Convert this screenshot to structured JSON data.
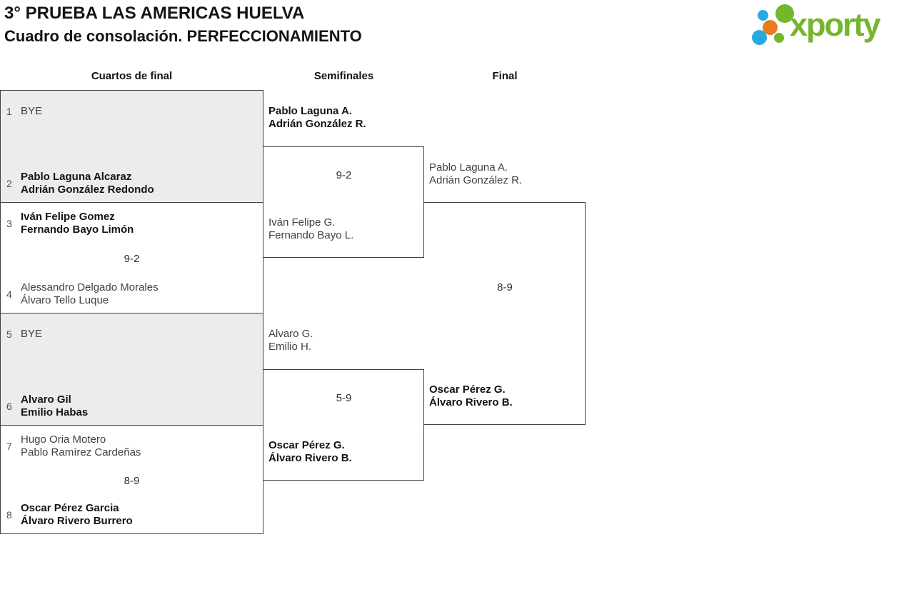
{
  "header": {
    "title_line1": "3° PRUEBA LAS AMERICAS HUELVA",
    "title_line2": "Cuadro de consolación. PERFECCIONAMIENTO",
    "logo_text": "xporty",
    "logo_colors": {
      "green": "#74b62c",
      "blue": "#2aa9e0",
      "orange": "#e87c1e"
    }
  },
  "columns": {
    "quarterfinals": "Cuartos de final",
    "semifinals": "Semifinales",
    "final": "Final"
  },
  "quarterfinals": [
    {
      "top": {
        "seed": "1",
        "lines": [
          "BYE"
        ],
        "winner": false
      },
      "bottom": {
        "seed": "2",
        "lines": [
          "Pablo Laguna Alcaraz",
          "Adrián González Redondo"
        ],
        "winner": true
      },
      "score": ""
    },
    {
      "top": {
        "seed": "3",
        "lines": [
          "Iván Felipe Gomez",
          "Fernando Bayo Limón"
        ],
        "winner": true
      },
      "bottom": {
        "seed": "4",
        "lines": [
          "Alessandro Delgado Morales",
          "Álvaro Tello Luque"
        ],
        "winner": false
      },
      "score": "9-2"
    },
    {
      "top": {
        "seed": "5",
        "lines": [
          "BYE"
        ],
        "winner": false
      },
      "bottom": {
        "seed": "6",
        "lines": [
          "Alvaro Gil",
          "Emilio Habas"
        ],
        "winner": true
      },
      "score": ""
    },
    {
      "top": {
        "seed": "7",
        "lines": [
          "Hugo Oria Motero",
          "Pablo Ramírez Cardeñas"
        ],
        "winner": false
      },
      "bottom": {
        "seed": "8",
        "lines": [
          "Oscar Pérez Garcia",
          "Álvaro Rivero Burrero"
        ],
        "winner": true
      },
      "score": "8-9"
    }
  ],
  "semifinals": [
    {
      "top": {
        "lines": [
          "Pablo Laguna A.",
          "Adrián González R."
        ],
        "winner": true
      },
      "bottom": {
        "lines": [
          "Iván Felipe G.",
          "Fernando Bayo L."
        ],
        "winner": false
      },
      "score": "9-2"
    },
    {
      "top": {
        "lines": [
          "Alvaro G.",
          "Emilio H."
        ],
        "winner": false
      },
      "bottom": {
        "lines": [
          "Oscar Pérez G.",
          "Álvaro Rivero B."
        ],
        "winner": true
      },
      "score": "5-9"
    }
  ],
  "final": {
    "top": {
      "lines": [
        "Pablo Laguna A.",
        "Adrián González R."
      ],
      "winner": false
    },
    "bottom": {
      "lines": [
        "Oscar Pérez G.",
        "Álvaro Rivero B."
      ],
      "winner": true
    },
    "score": "8-9"
  }
}
